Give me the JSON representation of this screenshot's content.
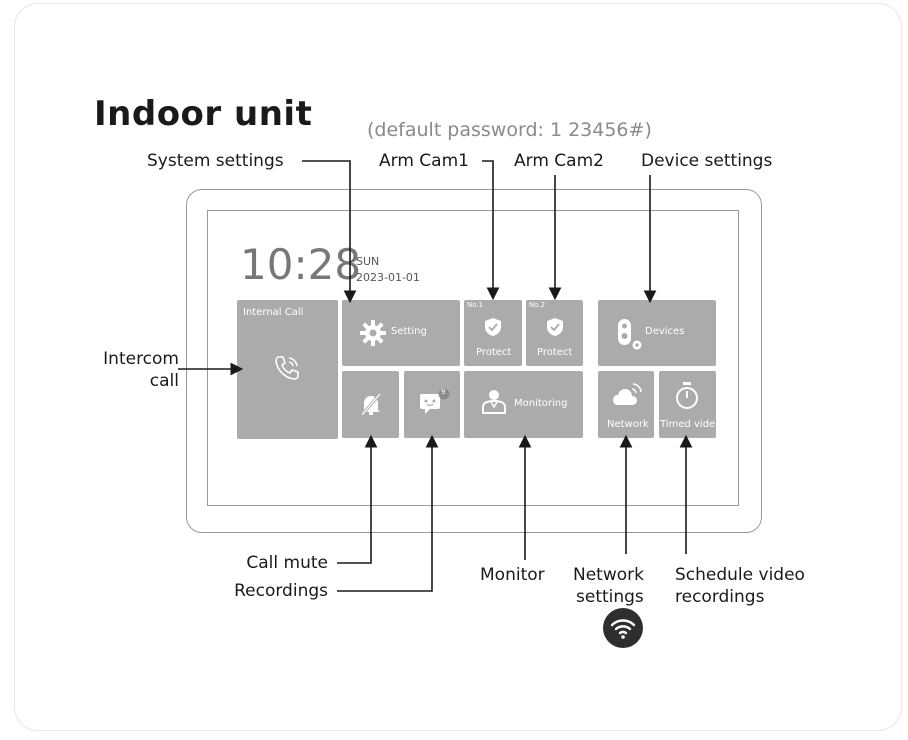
{
  "title": "Indoor unit",
  "subtitle": "(default password: 1 23456#)",
  "screen": {
    "time": "10:28",
    "day": "SUN",
    "date": "2023-01-01",
    "tiles": {
      "internal_call": "Internal Call",
      "setting": "Setting",
      "no1": "No.1",
      "no2": "No.2",
      "protect": "Protect",
      "devices": "Devices",
      "monitoring": "Monitoring",
      "network": "Network",
      "timed_video": "Timed video",
      "badge_count": "9"
    }
  },
  "callouts": {
    "system_settings": "System settings",
    "arm_cam1": "Arm Cam1",
    "arm_cam2": "Arm Cam2",
    "device_settings": "Device settings",
    "intercom_line1": "Intercom",
    "intercom_line2": "call",
    "call_mute": "Call mute",
    "recordings": "Recordings",
    "monitor": "Monitor",
    "network_line1": "Network",
    "network_line2": "settings",
    "schedule_line1": "Schedule video",
    "schedule_line2": "recordings"
  },
  "icons": [
    "gear-icon",
    "shield-icon",
    "phone-icon",
    "bell-off-icon",
    "message-icon",
    "person-icon",
    "doorbell-icon",
    "cloud-icon",
    "timer-icon",
    "wifi-icon"
  ]
}
